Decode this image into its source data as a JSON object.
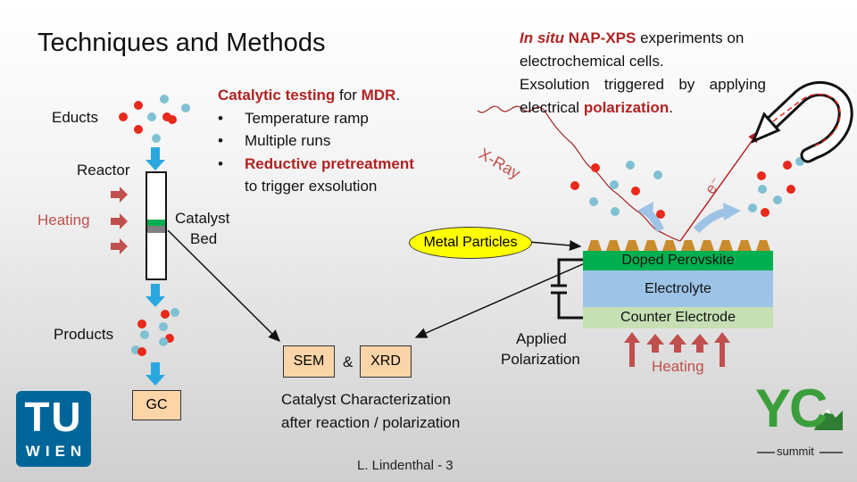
{
  "slide": {
    "title": "Techniques and Methods",
    "footer": "L. Lindenthal  - 3"
  },
  "reactor": {
    "educts": "Educts",
    "reactor": "Reactor",
    "heating": "Heating",
    "catalyst_bed_line1": "Catalyst",
    "catalyst_bed_line2": "Bed",
    "products": "Products",
    "gc": "GC"
  },
  "testing": {
    "heading_part1": "Catalytic testing",
    "heading_part2": " for ",
    "heading_part3": "MDR",
    "heading_part4": ".",
    "bullets": [
      "Temperature ramp",
      "Multiple runs"
    ],
    "bullet3_red": "Reductive pretreatment",
    "bullet3_cont": "to trigger exsolution"
  },
  "insitu": {
    "part1": "In situ",
    "part2": " NAP-XPS",
    "part3": " experiments on electrochemical cells.",
    "line2": "Exsolution triggered by applying electrical ",
    "line2_red": "polarization",
    "line2_end": "."
  },
  "cell": {
    "metal_particles": "Metal Particles",
    "xray": "X-Ray",
    "electron": "e⁻",
    "doped_perovskite": "Doped Perovskite",
    "electrolyte": "Electrolyte",
    "counter_electrode": "Counter Electrode",
    "applied_line1": "Applied",
    "applied_line2": "Polarization",
    "heating": "Heating"
  },
  "characterization": {
    "sem": "SEM",
    "amp": "&",
    "xrd": "XRD",
    "caption_line1": "Catalyst Characterization",
    "caption_line2": "after reaction / polarization"
  },
  "logos": {
    "tu": "TU",
    "wien": "WIEN",
    "yc": "YC",
    "summit": "summit"
  },
  "colors": {
    "red_particle": "#e8291c",
    "blue_particle": "#7fc1d3",
    "flow_arrow": "#29a8e0",
    "heat_arrow": "#c0504d",
    "doped_perovskite": "#00b050",
    "electrolyte": "#9dc3e6",
    "counter_electrode": "#c6e0b4",
    "metal_particle_bump": "#c98b2c",
    "box_fill": "#fbd4a8",
    "tu_blue": "#006699",
    "yc_green": "#3a9e3a"
  }
}
